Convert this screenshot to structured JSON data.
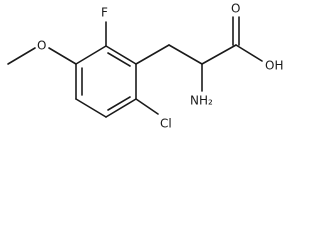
{
  "molecule": {
    "atom_labels": {
      "fluorine": "F",
      "oxygen_methoxy": "O",
      "hydroxyl": "OH",
      "carbonyl_oxygen": "O",
      "amino": "NH₂",
      "chlorine": "Cl"
    }
  }
}
